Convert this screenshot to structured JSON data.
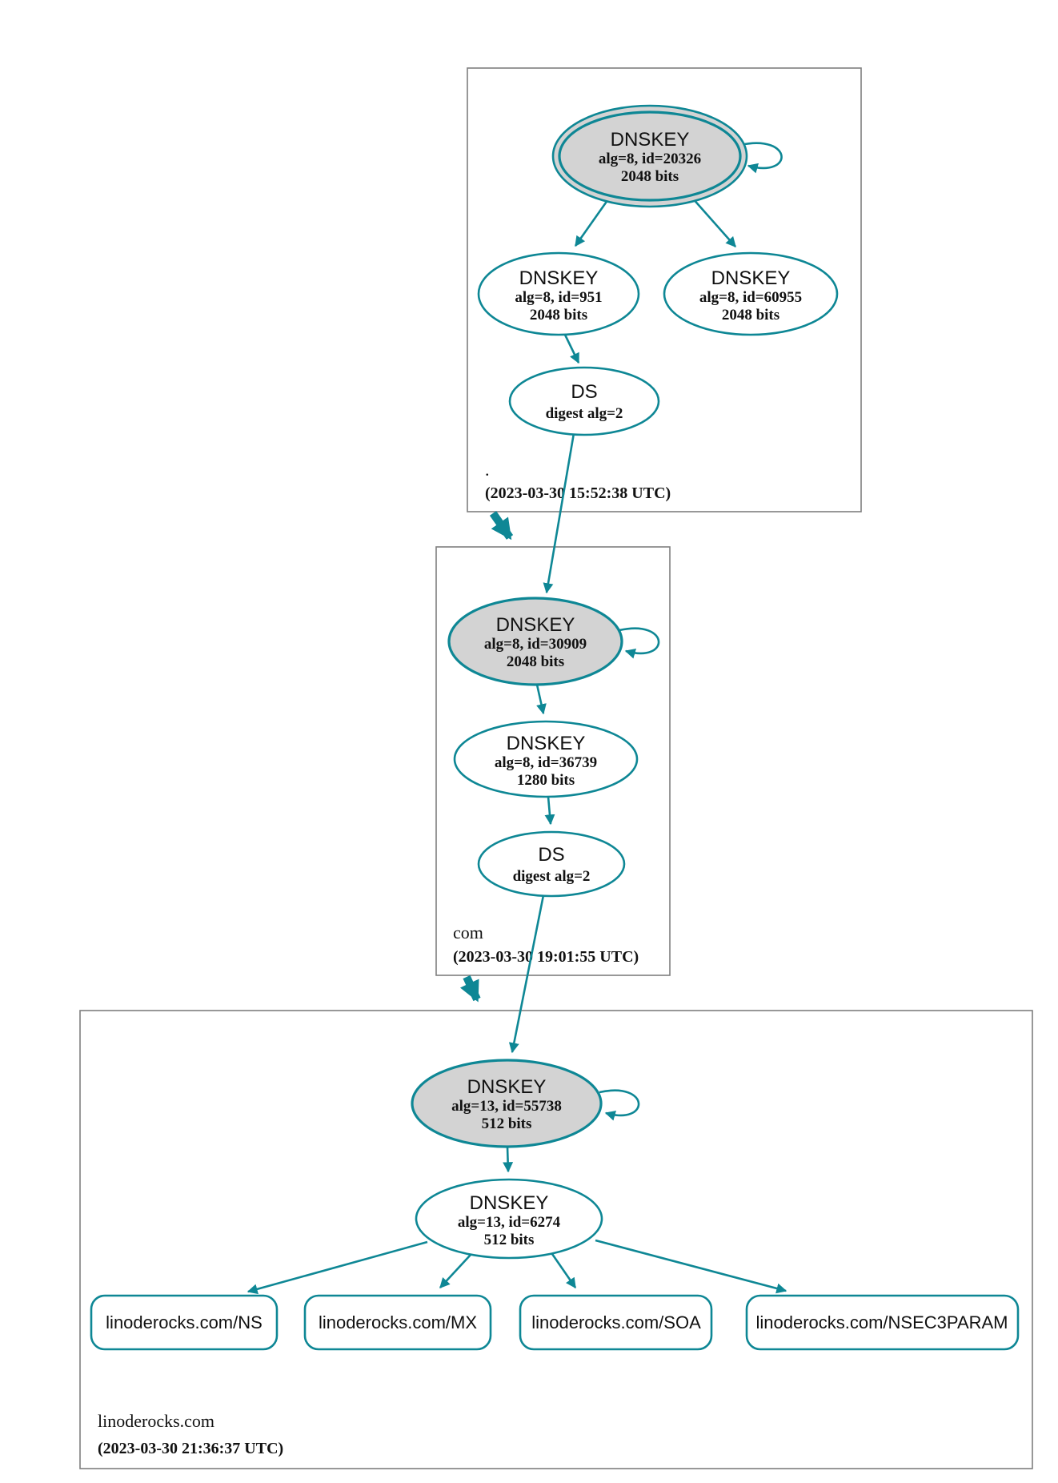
{
  "palette": {
    "edge_teal": "#0e8795",
    "ksk_fill": "#d3d3d3",
    "box_border": "#7f7f7f",
    "text": "#111111"
  },
  "zones": [
    {
      "label": ".",
      "timestamp": "(2023-03-30 15:52:38 UTC)",
      "ksk": {
        "title": "DNSKEY",
        "attr": "alg=8, id=20326",
        "bits": "2048 bits"
      },
      "zsk1": {
        "title": "DNSKEY",
        "attr": "alg=8, id=951",
        "bits": "2048 bits"
      },
      "zsk2": {
        "title": "DNSKEY",
        "attr": "alg=8, id=60955",
        "bits": "2048 bits"
      },
      "ds": {
        "title": "DS",
        "attr": "digest alg=2"
      }
    },
    {
      "label": "com",
      "timestamp": "(2023-03-30 19:01:55 UTC)",
      "ksk": {
        "title": "DNSKEY",
        "attr": "alg=8, id=30909",
        "bits": "2048 bits"
      },
      "zsk": {
        "title": "DNSKEY",
        "attr": "alg=8, id=36739",
        "bits": "1280 bits"
      },
      "ds": {
        "title": "DS",
        "attr": "digest alg=2"
      }
    },
    {
      "label": "linoderocks.com",
      "timestamp": "(2023-03-30 21:36:37 UTC)",
      "ksk": {
        "title": "DNSKEY",
        "attr": "alg=13, id=55738",
        "bits": "512 bits"
      },
      "zsk": {
        "title": "DNSKEY",
        "attr": "alg=13, id=6274",
        "bits": "512 bits"
      },
      "rrsets": [
        {
          "label": "linoderocks.com/NS"
        },
        {
          "label": "linoderocks.com/MX"
        },
        {
          "label": "linoderocks.com/SOA"
        },
        {
          "label": "linoderocks.com/NSEC3PARAM"
        }
      ]
    }
  ]
}
